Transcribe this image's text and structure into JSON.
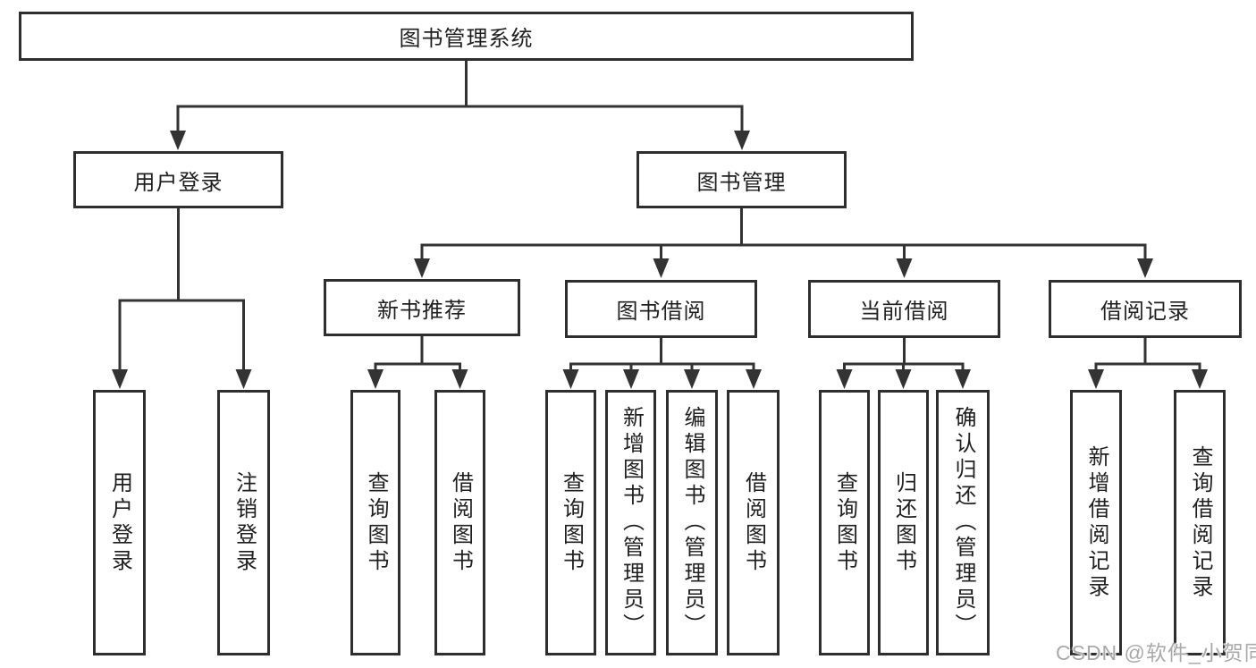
{
  "diagram": {
    "title": "图书管理系统",
    "branches": [
      {
        "label": "用户登录",
        "children": [
          {
            "label": "用户登录"
          },
          {
            "label": "注销登录"
          }
        ]
      },
      {
        "label": "图书管理",
        "children": [
          {
            "label": "新书推荐",
            "children": [
              {
                "label": "查询图书"
              },
              {
                "label": "借阅图书"
              }
            ]
          },
          {
            "label": "图书借阅",
            "children": [
              {
                "label": "查询图书"
              },
              {
                "label": "新增图书（管理员）"
              },
              {
                "label": "编辑图书（管理员）"
              },
              {
                "label": "借阅图书"
              }
            ]
          },
          {
            "label": "当前借阅",
            "children": [
              {
                "label": "查询图书"
              },
              {
                "label": "归还图书"
              },
              {
                "label": "确认归还（管理员）"
              }
            ]
          },
          {
            "label": "借阅记录",
            "children": [
              {
                "label": "新增借阅记录"
              },
              {
                "label": "查询借阅记录"
              }
            ]
          }
        ]
      }
    ]
  },
  "watermark": "CSDN @软件_小贺同学",
  "colors": {
    "background": "#ffffff",
    "line": "#333333",
    "box_border": "#2e2e2e",
    "text": "#1f1f1f",
    "watermark": "#a9a9a9"
  }
}
